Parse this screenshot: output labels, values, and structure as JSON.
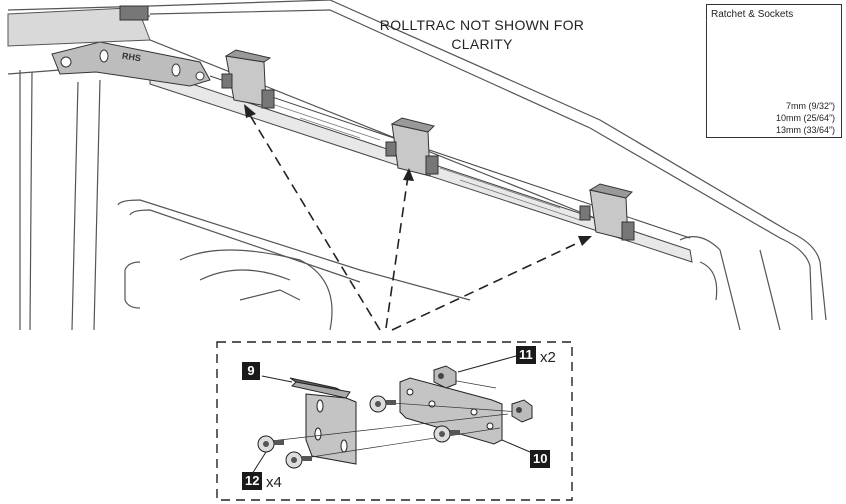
{
  "diagram": {
    "note_line1": "ROLLTRAC NOT SHOWN FOR",
    "note_line2": "CLARITY",
    "rail_marking": "RHS"
  },
  "tools": {
    "title": "Ratchet & Sockets",
    "sizes": [
      "7mm (9/32”)",
      "10mm (25/64”)",
      "13mm (33/64”)"
    ],
    "icons": [
      "ratchet-icon",
      "socket-icon"
    ]
  },
  "parts": [
    {
      "callout": "9",
      "qty": ""
    },
    {
      "callout": "10",
      "qty": ""
    },
    {
      "callout": "11",
      "qty": "x2"
    },
    {
      "callout": "12",
      "qty": "x4"
    }
  ]
}
